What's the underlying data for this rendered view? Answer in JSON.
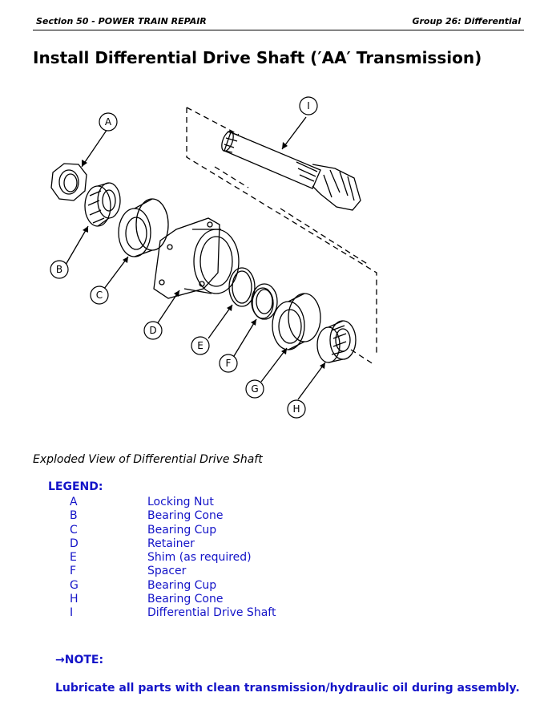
{
  "header": {
    "section": "Section 50 - POWER TRAIN REPAIR",
    "group": "Group 26: Differential"
  },
  "title": "Install Differential Drive Shaft (′AA′ Transmission)",
  "figure": {
    "callouts": [
      "A",
      "B",
      "C",
      "D",
      "E",
      "F",
      "G",
      "H",
      "I"
    ],
    "caption": "Exploded View of Differential Drive Shaft"
  },
  "legend": {
    "title": "LEGEND:",
    "items": [
      {
        "key": "A",
        "label": "Locking Nut"
      },
      {
        "key": "B",
        "label": "Bearing Cone"
      },
      {
        "key": "C",
        "label": "Bearing Cup"
      },
      {
        "key": "D",
        "label": "Retainer"
      },
      {
        "key": "E",
        "label": "Shim (as required)"
      },
      {
        "key": "F",
        "label": "Spacer"
      },
      {
        "key": "G",
        "label": "Bearing Cup"
      },
      {
        "key": "H",
        "label": "Bearing Cone"
      },
      {
        "key": "I",
        "label": "Differential Drive Shaft"
      }
    ]
  },
  "note": {
    "label": "→NOTE:",
    "text": "Lubricate all parts with clean transmission/hydraulic oil during assembly."
  },
  "colors": {
    "text": "#000000",
    "legend_blue": "#1414c8"
  }
}
